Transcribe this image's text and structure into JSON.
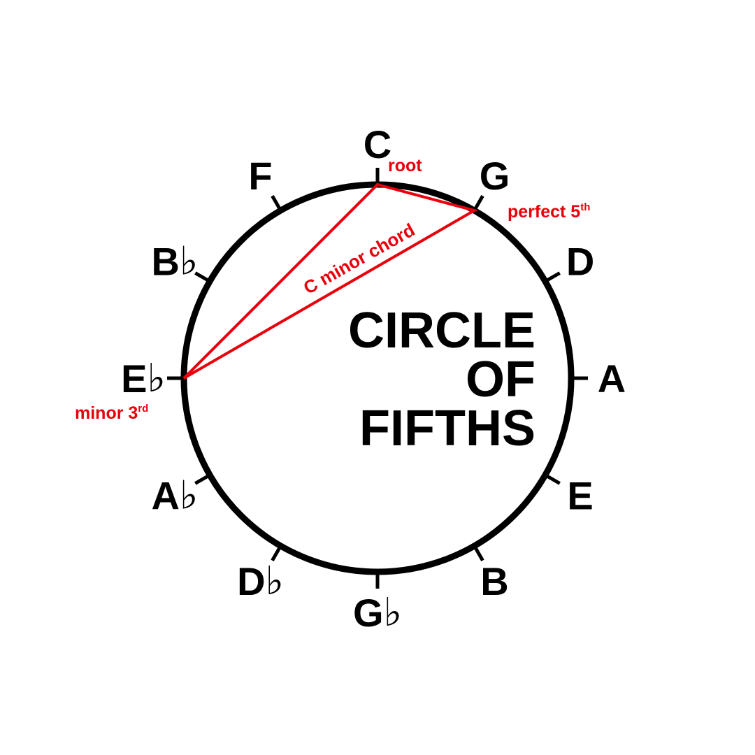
{
  "colors": {
    "ink": "#000000",
    "accent": "#e8000b",
    "background": "#ffffff"
  },
  "title": {
    "line1": "CIRCLE",
    "line2": "OF",
    "line3": "FIFTHS"
  },
  "notes": [
    {
      "letter": "C",
      "accidental": "",
      "position": 0
    },
    {
      "letter": "G",
      "accidental": "",
      "position": 1
    },
    {
      "letter": "D",
      "accidental": "",
      "position": 2
    },
    {
      "letter": "A",
      "accidental": "",
      "position": 3
    },
    {
      "letter": "E",
      "accidental": "",
      "position": 4
    },
    {
      "letter": "B",
      "accidental": "",
      "position": 5
    },
    {
      "letter": "G",
      "accidental": "♭",
      "position": 6
    },
    {
      "letter": "D",
      "accidental": "♭",
      "position": 7
    },
    {
      "letter": "A",
      "accidental": "♭",
      "position": 8
    },
    {
      "letter": "E",
      "accidental": "♭",
      "position": 9
    },
    {
      "letter": "B",
      "accidental": "♭",
      "position": 10
    },
    {
      "letter": "F",
      "accidental": "",
      "position": 11
    }
  ],
  "chord": {
    "name": "C minor chord",
    "tones": [
      {
        "role": "root",
        "label": "root",
        "superscript": "",
        "position": 0
      },
      {
        "role": "fifth",
        "label": "perfect 5",
        "superscript": "th",
        "position": 1
      },
      {
        "role": "third",
        "label": "minor 3",
        "superscript": "rd",
        "position": 9
      }
    ]
  }
}
